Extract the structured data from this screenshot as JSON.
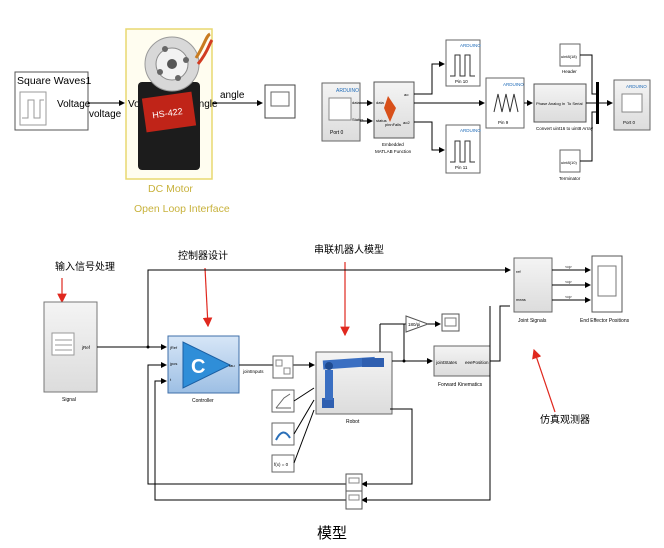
{
  "diagram_a": {
    "square_block": "Square Waves1",
    "square_port": "Voltage",
    "wire_voltage": "voltage",
    "motor_in": "Voltage",
    "motor_out": "Angle",
    "motor_chip": "HS-422",
    "wire_angle": "angle",
    "motor_name": "DC Motor",
    "motor_sub": "Open Loop Interface"
  },
  "diagram_b": {
    "arduino": "ARDUINO",
    "port0_label": "Port 0",
    "in_data": "data",
    "in_status": "Status",
    "func_in1": "data",
    "func_in2": "status",
    "func_name": "pinnFalls",
    "func_title1": "Embedded",
    "func_title2": "MATLAB Function",
    "func_out1": "ao",
    "func_out2": "ao2",
    "pin10": "Pin 10",
    "pin11": "Pin 11",
    "pin9": "Pin 9",
    "conv_in": "Phase Analog In",
    "conv_out": "To Serial",
    "conv_title": "Convert uint16 to uint8 Array",
    "header_val": "uint8(18)",
    "header_label": "Header",
    "term_val": "uint8(10)",
    "term_label": "Terminator",
    "port0_out": "Port 0"
  },
  "diagram_c": {
    "ann_input": "输入信号处理",
    "ann_controller": "控制器设计",
    "ann_robot": "串联机器人模型",
    "ann_observer": "仿真观测器",
    "signal_label": "Signal",
    "signal_port": "jRef",
    "ctrl_in1": "jRef",
    "ctrl_in2": "jpos",
    "ctrl_in3": "t",
    "ctrl_out": "tau",
    "ctrl_letter": "C",
    "ctrl_label": "Controller",
    "wire_jointinputs": "jointInputs",
    "robot_label": "Robot",
    "gain_label": "180/pi",
    "fk_in": "jointStates",
    "fk_out": "eeePosition",
    "fk_label": "Forward Kinematics",
    "mux_in1": "ref",
    "mux_in2": "meas",
    "js_label": "Joint Signals",
    "sig_tag": "<q>",
    "scope_label": "End Effector Positions",
    "fcn_label": "f(x) = 0"
  },
  "caption": "模型"
}
